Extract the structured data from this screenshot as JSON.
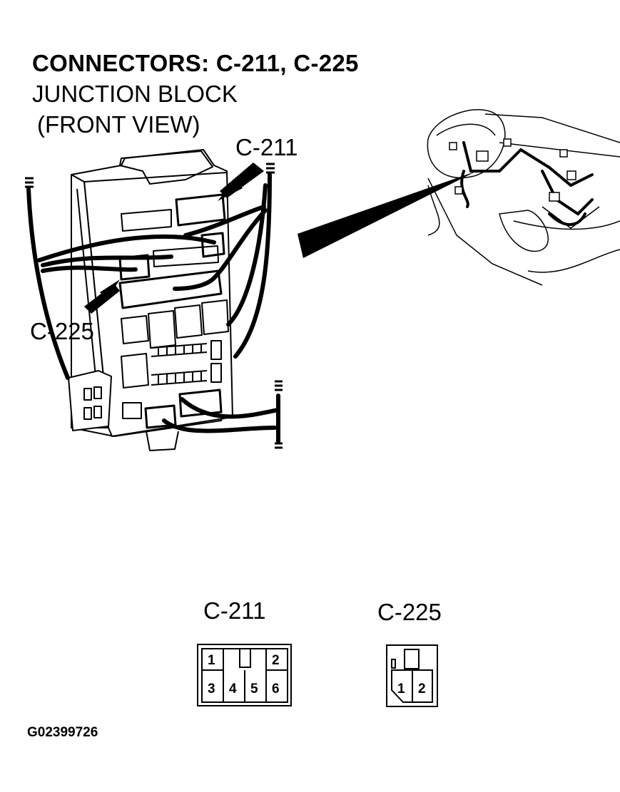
{
  "header": {
    "title": "CONNECTORS: C-211, C-225",
    "subtitle_line1": "JUNCTION BLOCK",
    "subtitle_line2": "(FRONT VIEW)"
  },
  "callouts": {
    "c211": "C-211",
    "c225": "C-225"
  },
  "connectors": {
    "c211": {
      "label": "C-211",
      "pins": [
        "1",
        "2",
        "3",
        "4",
        "5",
        "6"
      ]
    },
    "c225": {
      "label": "C-225",
      "pins": [
        "1",
        "2"
      ]
    }
  },
  "figure_id": "G02399726"
}
